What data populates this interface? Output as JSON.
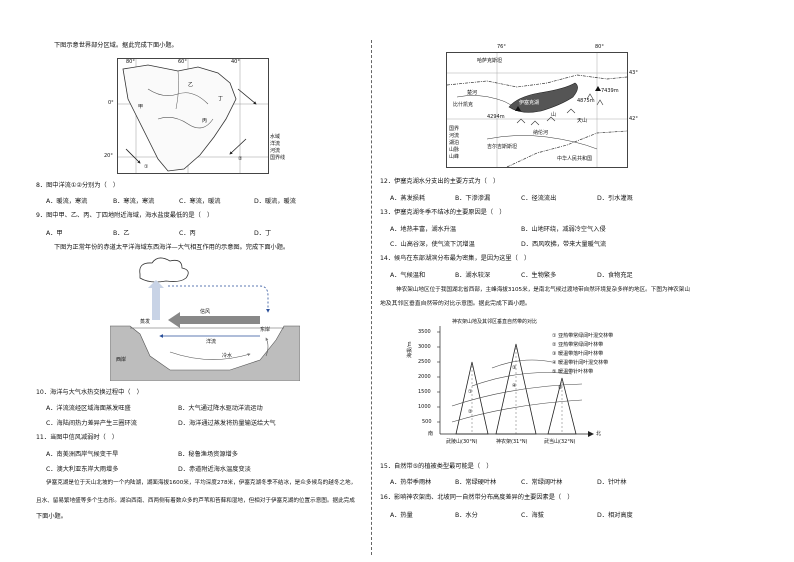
{
  "left": {
    "intro1": "下图示意世界部分区域。据此完成下面小题。",
    "map1": {
      "lon": [
        "80°",
        "60°",
        "40°"
      ],
      "lat": [
        "0°",
        "20°"
      ],
      "letters": [
        "甲",
        "乙",
        "丙",
        "丁"
      ],
      "circled": [
        "①",
        "②"
      ],
      "legend": [
        "水域",
        "洋流",
        "河流",
        "国界线"
      ]
    },
    "q8": "8．图中洋流①②分别为（　）",
    "q8_opts": [
      "A．暖流，寒流",
      "B．寒流，寒流",
      "C．寒流，暖流",
      "D．暖流，暖流"
    ],
    "q9": "9．图中甲、乙、丙、丁四地附近海域，海水盐度最低的是（　）",
    "q9_opts": [
      "A．甲",
      "B．乙",
      "C．丙",
      "D．丁"
    ],
    "intro2": "下图为正常年份的赤道太平洋海域东西海洋—大气相互作用的示意图。完成下面小题。",
    "diagram2": {
      "label_evap": "蒸发",
      "label_trade": "信风",
      "label_current": "洋流",
      "label_cold": "冷水",
      "label_west": "西岸",
      "label_east": "东岸"
    },
    "q10": "10．海洋与大气水热交换过程中（　）",
    "q10_opts": [
      "A．洋流流经区域海面蒸发旺盛",
      "B．大气通过降水驱动洋流运动",
      "C．海陆间热力差异产生三圈环流",
      "D．海洋通过蒸发将热量输送给大气"
    ],
    "q11": "11．当图中信风减弱时（　）",
    "q11_opts": [
      "A．南美洲西岸气候变干旱",
      "B．秘鲁渔场资源增多",
      "C．澳大利亚东岸大雨增多",
      "D．赤道附近海水温度变淡"
    ],
    "intro3a": "伊塞克湖是位于天山北坡的一个内陆湖，湖面海拔1600米，平均深度278米，伊塞克湖冬季不结冰，是众多候鸟的越冬之地，",
    "intro3b": "且水、留易繁地盛等多个生态形。湖泊西南、西两侧有着数众多的芦苇和苔藓和湿地，但相对于伊塞克湖的位置示意图。据此完成",
    "intro3c": "下面小题。"
  },
  "right": {
    "map2": {
      "lon": [
        "76°",
        "80°"
      ],
      "lat": [
        "43°",
        "42°"
      ],
      "places": [
        "哈萨克斯坦",
        "伊塞克湖",
        "比什凯克",
        "吉尔吉斯斯坦",
        "中华人民共和国"
      ],
      "labels_small": [
        "楚河",
        "纳伦河",
        "天山",
        "7439m",
        "4875m",
        "4294m",
        "山"
      ],
      "legend": [
        "国界",
        "河流",
        "湖泊",
        "山脉",
        "山峰"
      ]
    },
    "q12": "12．伊塞克湖水分支出的主要方式为（　）",
    "q12_opts": [
      "A．蒸发损耗",
      "B．下渗渗漏",
      "C．径流流出",
      "D．引水灌溉"
    ],
    "q13": "13．伊塞克湖冬季不结冰的主要原因是（　）",
    "q13_opts": [
      "A．地热丰富，湖水升温",
      "B．山地环绕，减弱冷空气入侵",
      "C．山高谷深，使气流下沉增温",
      "D．西风吹拂，带来大量暖气流"
    ],
    "q14": "14．候鸟在东部湖滨分布最为密集，是因为这里（　）",
    "q14_opts": [
      "A．气候温和",
      "B．湖水较深",
      "C．生物繁多",
      "D．食物充足"
    ],
    "intro4a": "神农架山地区位于我国湖北省西部，主峰海拔3105米，是南北气候过渡地带自然环境复杂多样的地区。下图为神农架山",
    "intro4b": "地及其邻区垂直自然带的对比示意图。据此完成下面小题。",
    "chart": {
      "title": "神农架山地及其邻区垂直自然带的对比",
      "ylabel": "海拔/m",
      "yticks": [
        "3500",
        "3000",
        "2500",
        "2000",
        "1500",
        "1000",
        "500"
      ],
      "south": "南",
      "north": "北",
      "xlabels": [
        "武陵山(30°N)",
        "神农架(31°N)",
        "武当山(32°N)"
      ],
      "legend": [
        "②  亚热带常绿阔叶林带",
        "③  暖温带落叶阔叶林带",
        "④  暖温带针阔叶混交林带",
        "⑤  暖温带针叶林带"
      ],
      "legend_top": "①  亚热带常绿阔叶混交林带",
      "nums": [
        "①",
        "②",
        "③",
        "④",
        "⑤"
      ]
    },
    "q15": "15．自然带⑤的植被类型最可能是（　）",
    "q15_opts": [
      "A．热带季雨林",
      "B．常绿硬叶林",
      "C．常绿阔叶林",
      "D．针叶林"
    ],
    "q16": "16．影响神农架南、北坡同一自然带分布高度差异的主要因素是（　）",
    "q16_opts": [
      "A．热量",
      "B．水分",
      "C．海拔",
      "D．相对高度"
    ]
  }
}
